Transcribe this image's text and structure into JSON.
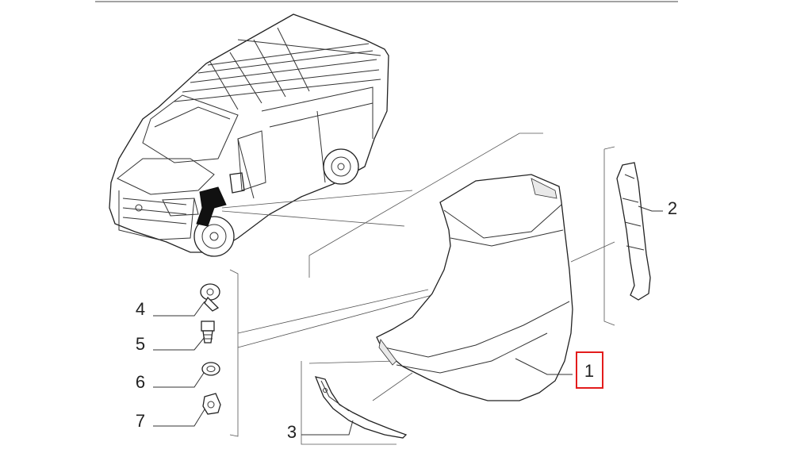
{
  "diagram": {
    "callouts": [
      {
        "id": "1",
        "label": "1",
        "highlighted": true
      },
      {
        "id": "2",
        "label": "2",
        "highlighted": false
      },
      {
        "id": "3",
        "label": "3",
        "highlighted": false
      },
      {
        "id": "4",
        "label": "4",
        "highlighted": false
      },
      {
        "id": "5",
        "label": "5",
        "highlighted": false
      },
      {
        "id": "6",
        "label": "6",
        "highlighted": false
      },
      {
        "id": "7",
        "label": "7",
        "highlighted": false
      }
    ],
    "highlight_color": "#e31c1c",
    "line_color": "#222222"
  }
}
